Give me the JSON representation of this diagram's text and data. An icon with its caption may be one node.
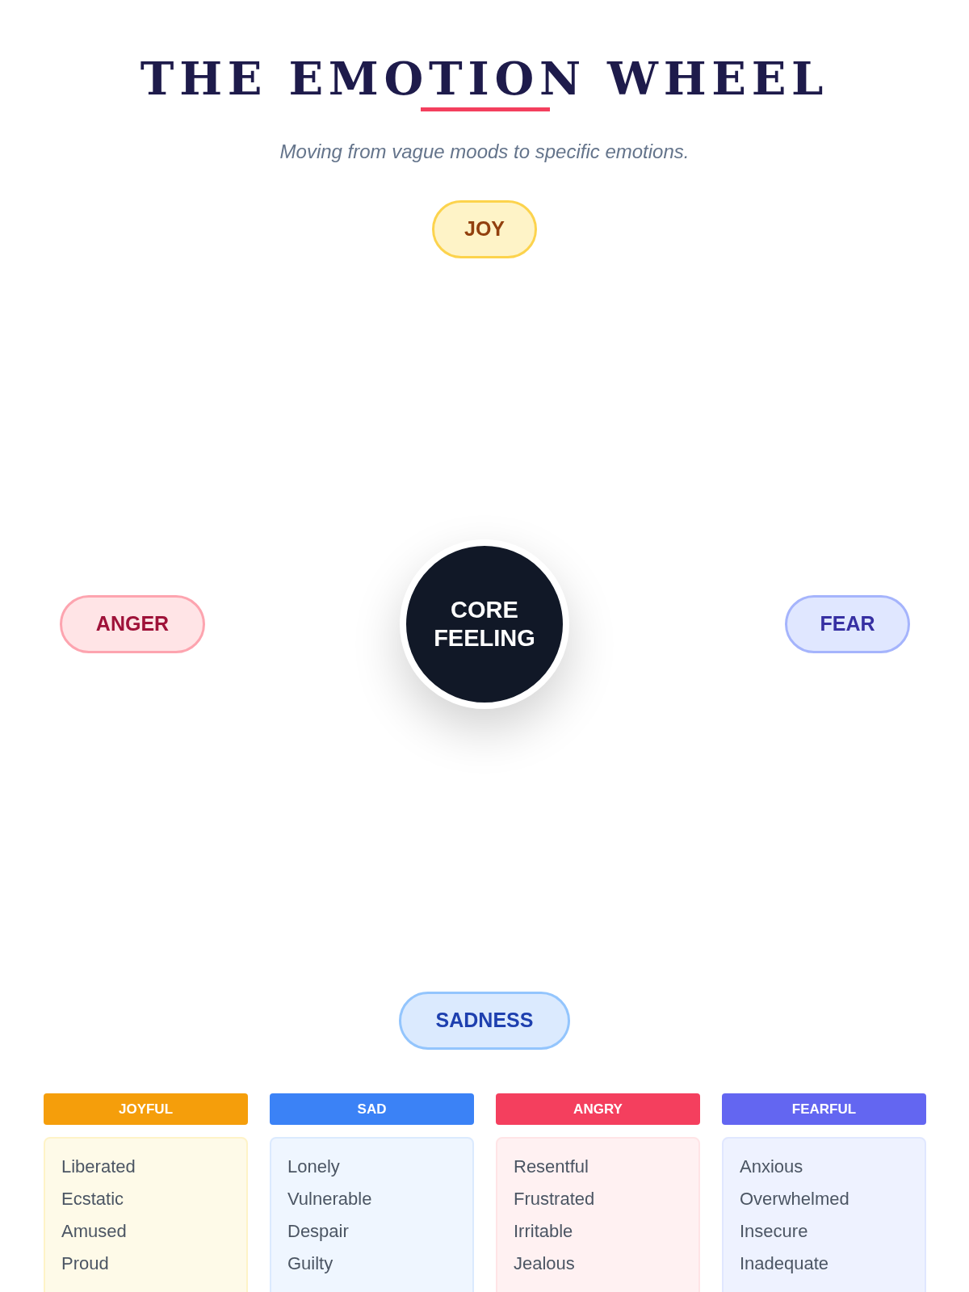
{
  "diagram": {
    "title": "THE EMOTION WHEEL",
    "caption": "Moving from vague moods to specific emotions.",
    "nodes": [
      {
        "text": [
          "JOY"
        ]
      },
      {
        "text": [
          "ANGER"
        ]
      },
      {
        "text": [
          "CORE FEELING"
        ]
      },
      {
        "text": [
          "FEAR"
        ]
      },
      {
        "text": [
          "SADNESS"
        ]
      },
      {
        "text": [
          "JOYFUL"
        ]
      },
      {
        "text": [
          "SAD"
        ]
      },
      {
        "text": [
          "ANGRY"
        ]
      },
      {
        "text": [
          "FEARFUL"
        ]
      },
      {
        "text": [
          "Liberated",
          "Ecstatic",
          "Amused",
          "Proud"
        ]
      },
      {
        "text": [
          "Lonely",
          "Vulnerable",
          "Despair",
          "Guilty"
        ]
      },
      {
        "text": [
          "Resentful",
          "Frustrated",
          "Irritable",
          "Jealous"
        ]
      },
      {
        "text": [
          "Anxious",
          "Overwhelmed",
          "Insecure",
          "Inadequate"
        ]
      }
    ]
  }
}
